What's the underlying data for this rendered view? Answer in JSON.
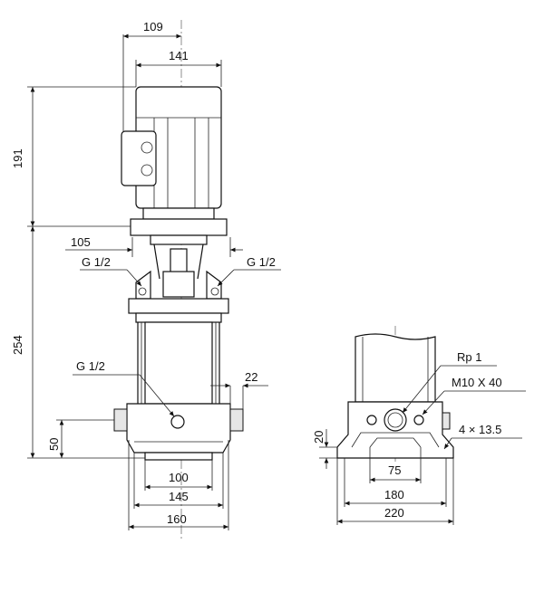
{
  "diagram": {
    "line_color": "#111111",
    "fill_color": "#e6e6e6",
    "front_view": {
      "dims": {
        "top_109": "109",
        "top_141": "141",
        "left_191": "191",
        "left_254": "254",
        "left_50": "50",
        "mid_105": "105",
        "port_left": "G 1/2",
        "port_right": "G 1/2",
        "port_lower": "G 1/2",
        "right_22": "22",
        "bot_100": "100",
        "bot_145": "145",
        "bot_160": "160"
      }
    },
    "side_view": {
      "dims": {
        "rp1": "Rp 1",
        "m10": "M10 X 40",
        "holes": "4 × 13.5",
        "left_20": "20",
        "bot_75": "75",
        "bot_180": "180",
        "bot_220": "220"
      }
    }
  }
}
